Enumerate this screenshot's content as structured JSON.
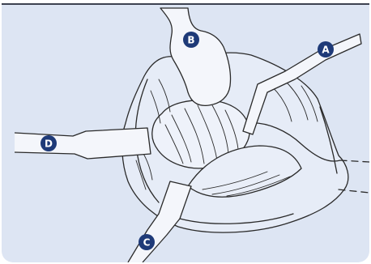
{
  "figure": {
    "labels": [
      {
        "id": "A",
        "text": "A"
      },
      {
        "id": "B",
        "text": "B"
      },
      {
        "id": "C",
        "text": "C"
      },
      {
        "id": "D",
        "text": "D"
      }
    ],
    "colors": {
      "background": "#dde5f3",
      "border": "#3d4250",
      "line": "#2a2a2a",
      "marker": "#1e3a78",
      "marker_text": "#ffffff"
    }
  }
}
